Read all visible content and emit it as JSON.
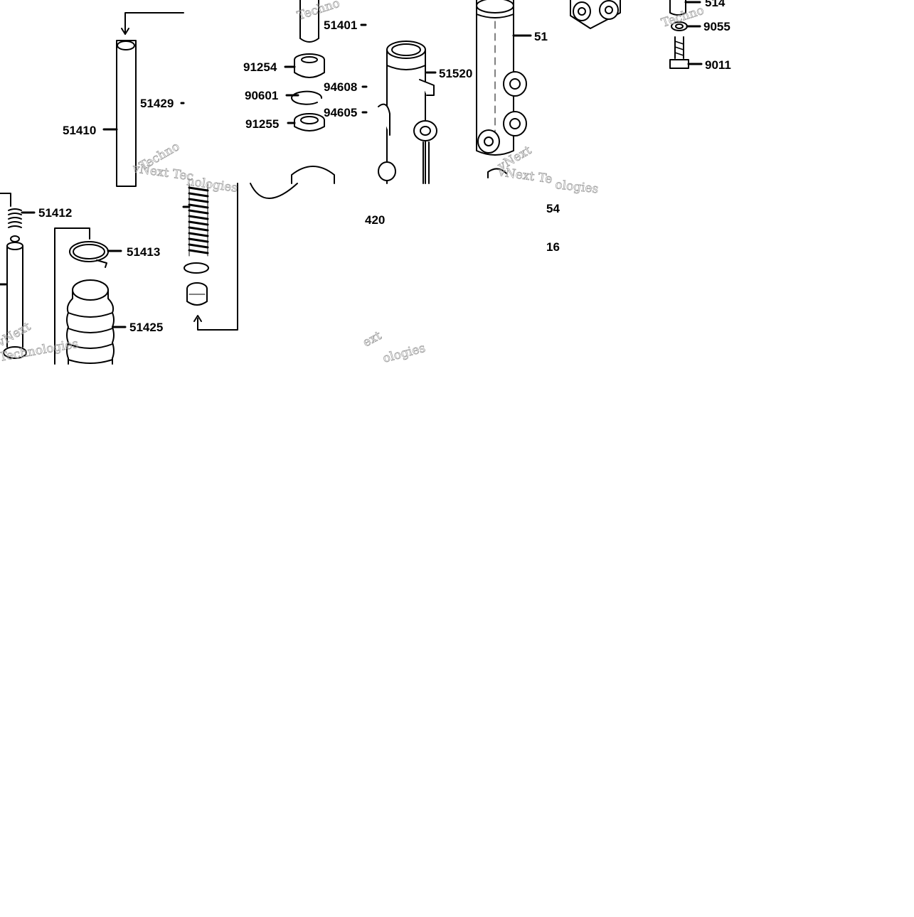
{
  "diagram": {
    "labels": [
      "51401",
      "91254",
      "90601",
      "91255",
      "94608",
      "94605",
      "51520",
      "51",
      "51429",
      "51410",
      "9055",
      "9011",
      "514",
      "51412",
      "51413",
      "51425",
      "420",
      "54",
      "16"
    ],
    "watermark": [
      "Techno",
      "vNext Tec",
      "nologies",
      "vNext Te",
      "ologies",
      "Techno",
      "vNext",
      "Technologies",
      "ext",
      "ologies",
      "Techno",
      "vNext"
    ]
  }
}
